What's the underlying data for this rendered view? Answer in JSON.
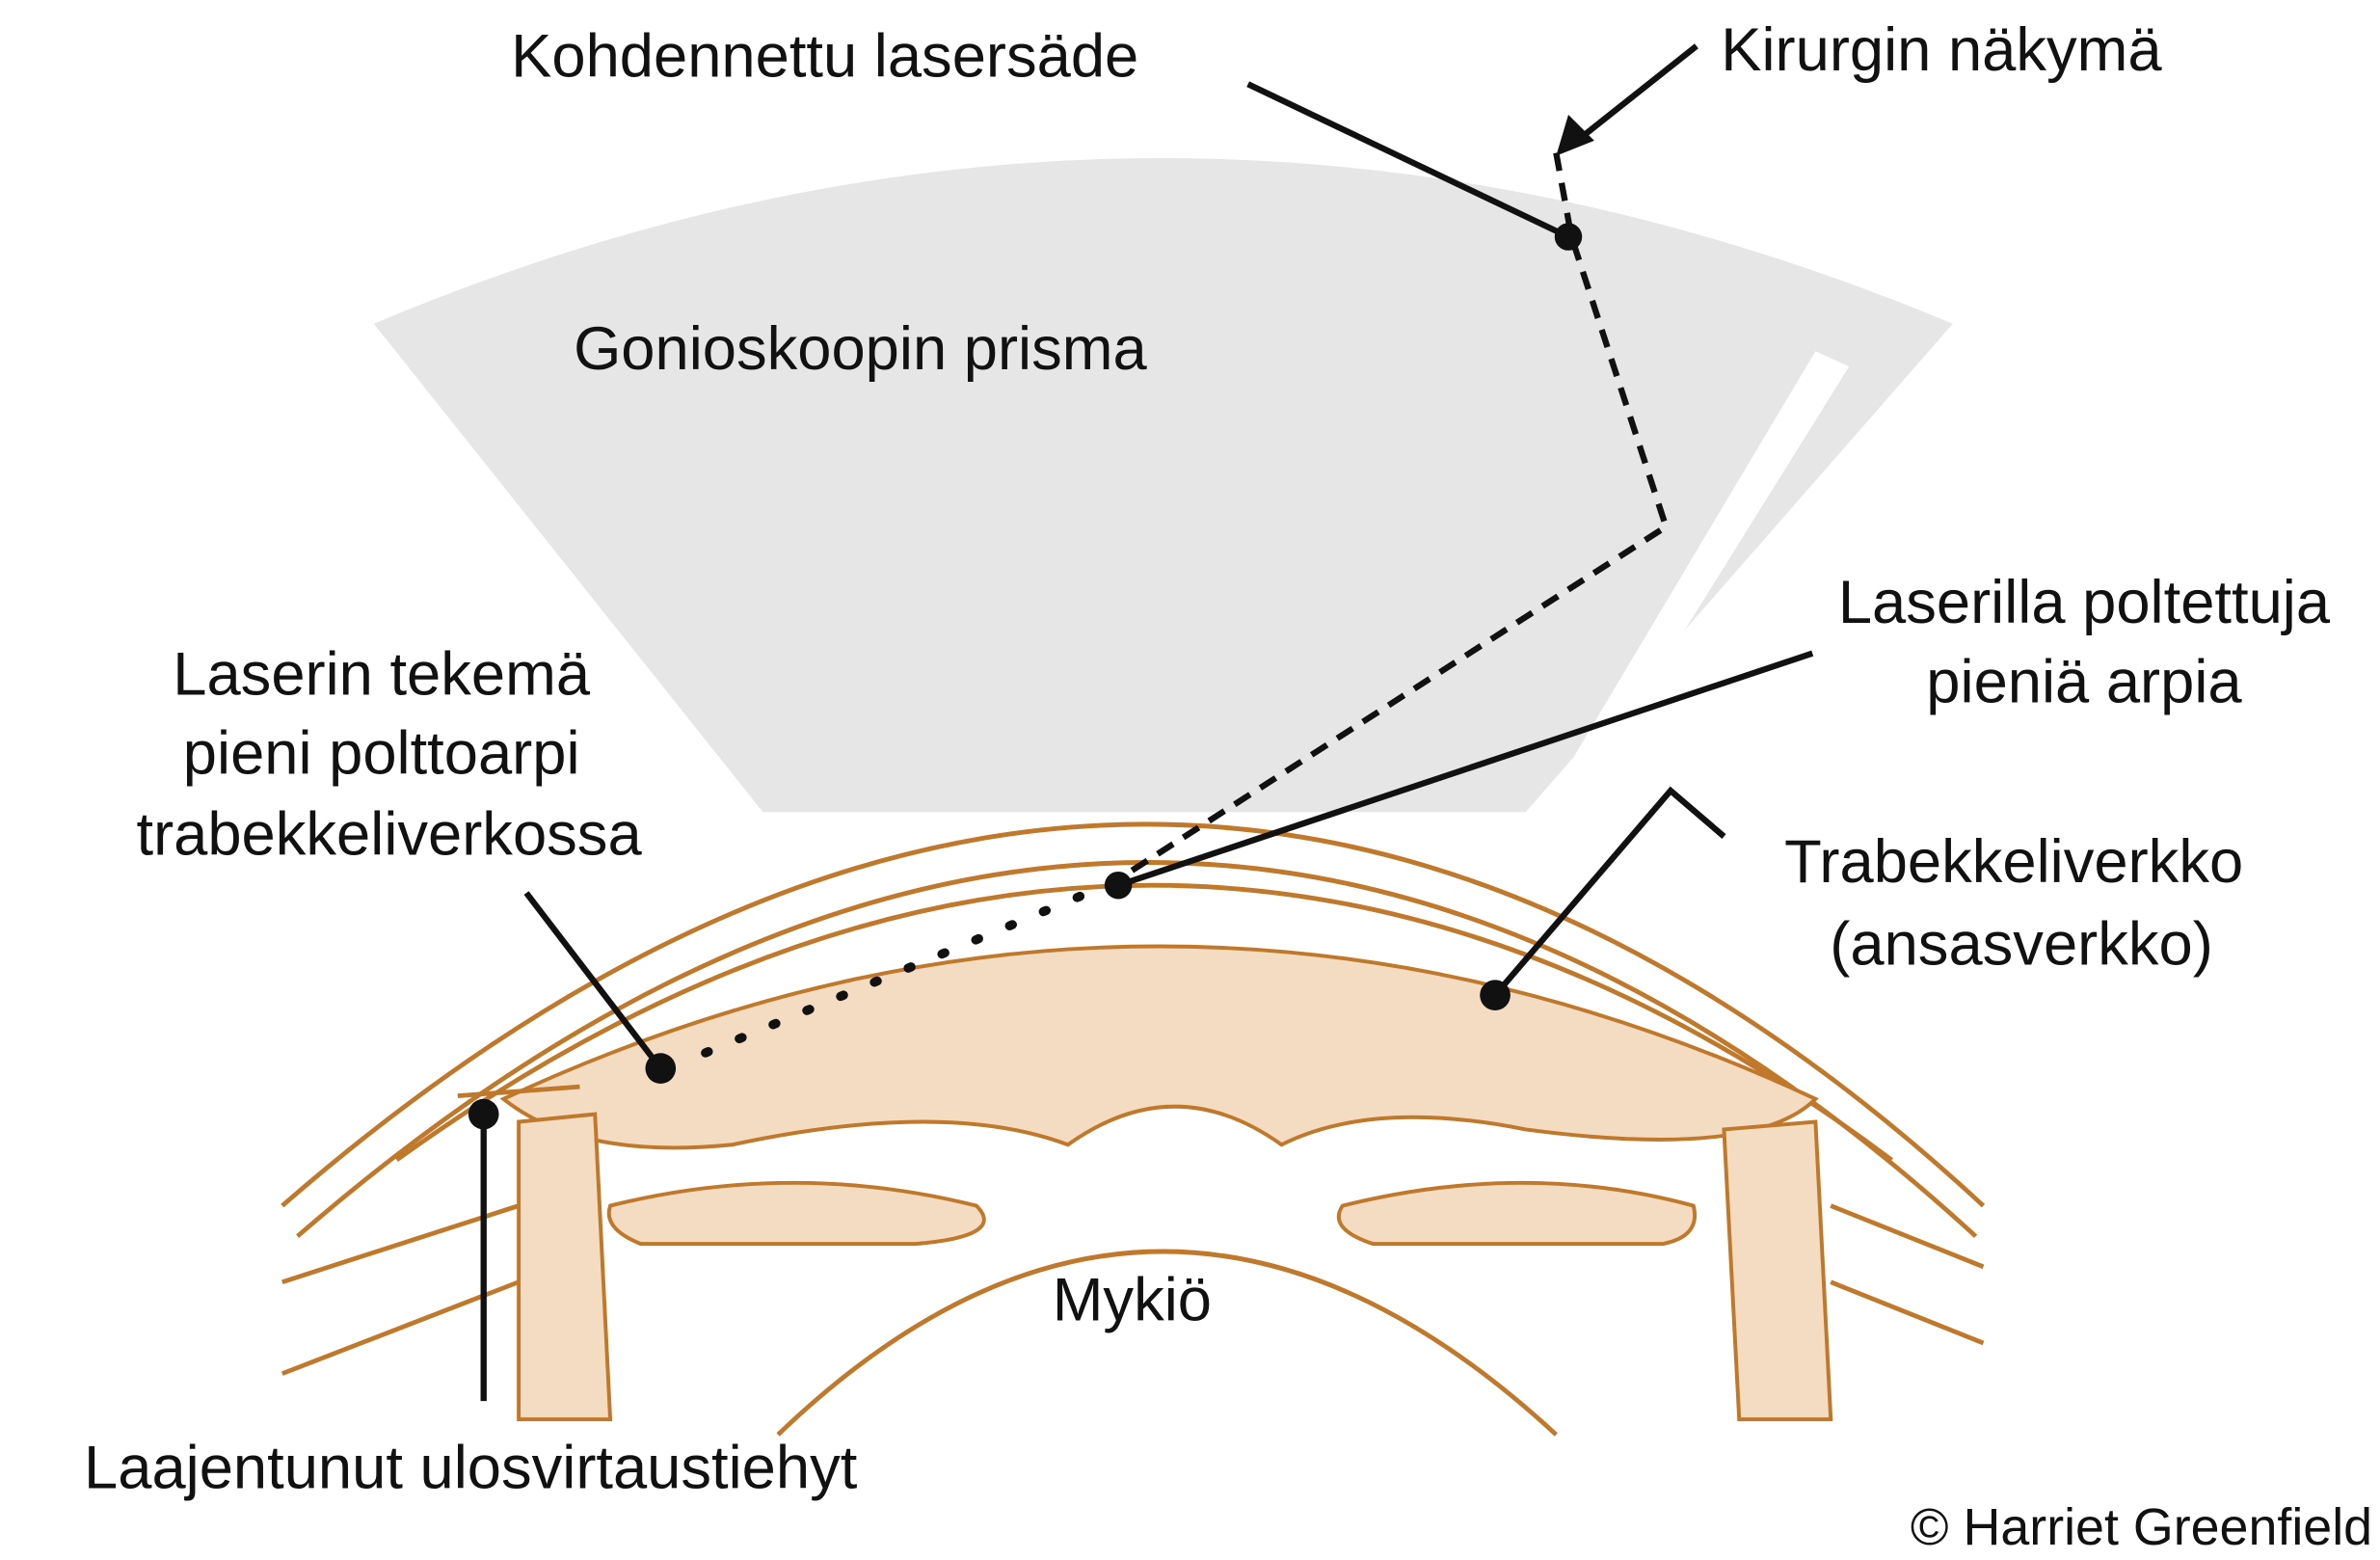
{
  "labels": {
    "laser_beam": "Kohdennettu lasersäde",
    "surgeon_view": "Kirurgin näkymä",
    "prism": "Gonioskoopin prisma",
    "burn_scars_1": "Laserilla poltettuja",
    "burn_scars_2": "pieniä arpia",
    "laser_scar_1": "Laserin tekemä",
    "laser_scar_2": "pieni polttoarpi",
    "laser_scar_3": "trabekkeliverkossa",
    "trabecular_1": "Trabekkeliverkko",
    "trabecular_2": "(ansasverkko)",
    "lens": "Mykiö",
    "outflow": "Laajentunut ulosvirtaustiehyt",
    "copyright": "© Harriet Greenfield"
  },
  "colors": {
    "prism": "#e6e6e6",
    "anatomy": "#c0782a"
  }
}
